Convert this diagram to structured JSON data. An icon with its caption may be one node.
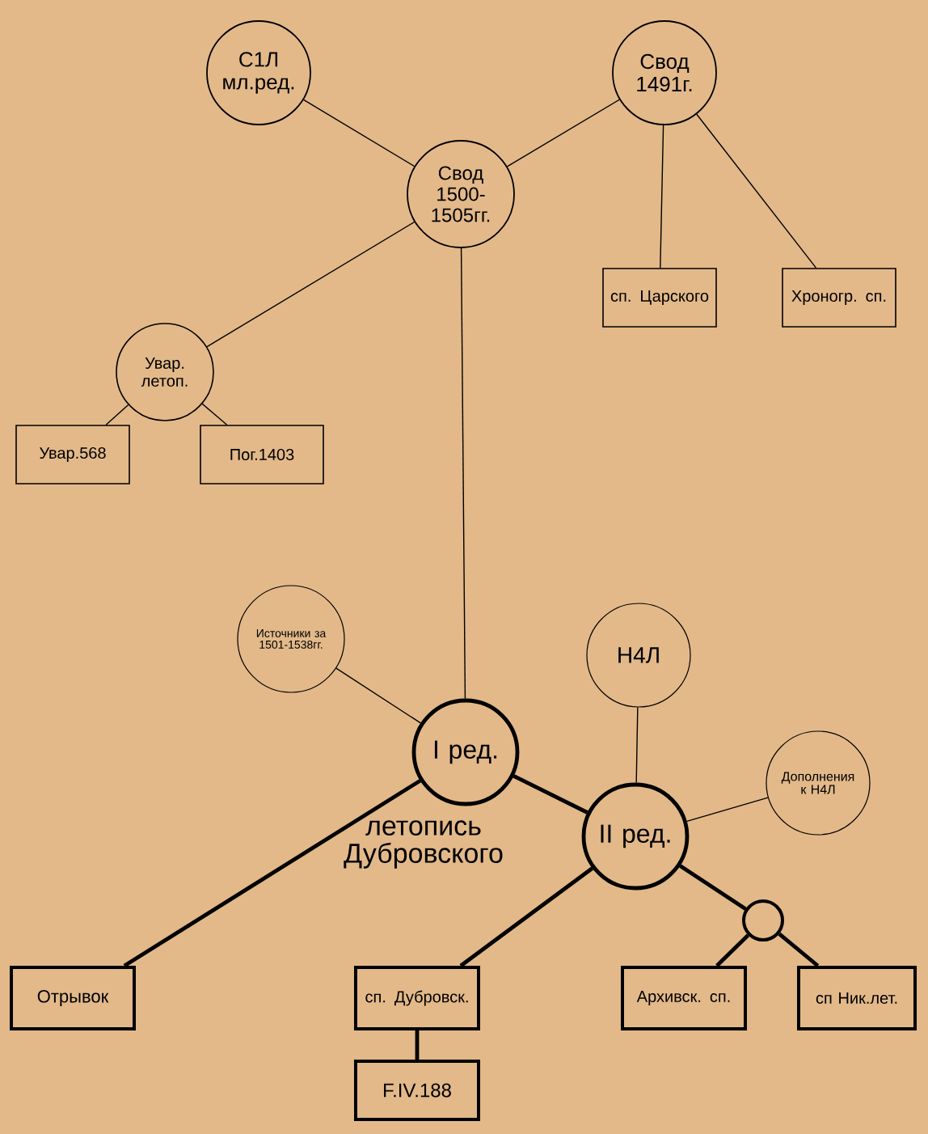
{
  "diagram": {
    "nodes": [
      {
        "text": [
          "С1Л мл.ред."
        ]
      },
      {
        "text": [
          "Свод 1491г."
        ]
      },
      {
        "text": [
          "Свод 1500-1505гг."
        ]
      },
      {
        "text": [
          "сп. Царского"
        ]
      },
      {
        "text": [
          "Хроногр. сп."
        ]
      },
      {
        "text": [
          "Увар. летоп."
        ]
      },
      {
        "text": [
          "Увар.568"
        ]
      },
      {
        "text": [
          "Пог.1403"
        ]
      },
      {
        "text": [
          "Источники за 1501-1538гг."
        ]
      },
      {
        "text": [
          "Н4Л"
        ]
      },
      {
        "text": [
          "I ред."
        ]
      },
      {
        "text": [
          "Дополнения к Н4Л"
        ]
      },
      {
        "text": [
          "II ред."
        ]
      },
      {
        "text": [],
        "shape": "circle"
      },
      {
        "text": [
          "Отрывок"
        ]
      },
      {
        "text": [
          "сп. Дубровск."
        ]
      },
      {
        "text": [
          "F.IV.188"
        ]
      },
      {
        "text": [
          "Архивск. сп."
        ]
      },
      {
        "text": [
          "сп Ник.лет."
        ]
      }
    ],
    "edges": [
      {
        "from": 0,
        "to": 2,
        "arrow": "none"
      },
      {
        "from": 1,
        "to": 2,
        "arrow": "none"
      },
      {
        "from": 1,
        "to": 3,
        "arrow": "none"
      },
      {
        "from": 1,
        "to": 4,
        "arrow": "none"
      },
      {
        "from": 2,
        "to": 5,
        "arrow": "none"
      },
      {
        "from": 2,
        "to": 10,
        "arrow": "none"
      },
      {
        "from": 5,
        "to": 6,
        "arrow": "none"
      },
      {
        "from": 5,
        "to": 7,
        "arrow": "none"
      },
      {
        "from": 8,
        "to": 10,
        "arrow": "none"
      },
      {
        "from": 9,
        "to": 12,
        "arrow": "none"
      },
      {
        "from": 11,
        "to": 12,
        "arrow": "none"
      },
      {
        "from": 10,
        "to": 12,
        "arrow": "none",
        "style": "thick"
      },
      {
        "from": 10,
        "to": 14,
        "arrow": "none",
        "style": "thick"
      },
      {
        "from": 12,
        "to": 15,
        "arrow": "none",
        "style": "thick"
      },
      {
        "from": 12,
        "to": 13,
        "arrow": "none",
        "style": "thick"
      },
      {
        "from": 13,
        "to": 17,
        "arrow": "none",
        "style": "thick"
      },
      {
        "from": 13,
        "to": 18,
        "arrow": "none",
        "style": "thick"
      },
      {
        "from": 15,
        "to": 16,
        "arrow": "none",
        "style": "thick"
      }
    ],
    "labels": [
      "летопись Дубровского"
    ]
  }
}
